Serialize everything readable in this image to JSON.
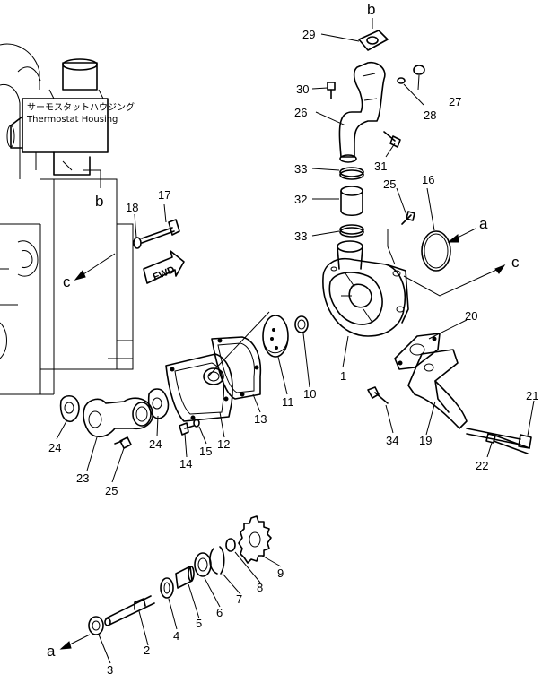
{
  "housing": {
    "caption_jp": "サーモスタットハウジング",
    "caption_en": "Thermostat Housing"
  },
  "fwd_label": "FWD",
  "ref_letters": {
    "b_top": "b",
    "b_housing": "b",
    "a_right": "a",
    "a_bottom": "a",
    "c_right": "c",
    "c_left": "c"
  },
  "callouts": [
    {
      "id": "1",
      "label": "1"
    },
    {
      "id": "2",
      "label": "2"
    },
    {
      "id": "3",
      "label": "3"
    },
    {
      "id": "4",
      "label": "4"
    },
    {
      "id": "5",
      "label": "5"
    },
    {
      "id": "6",
      "label": "6"
    },
    {
      "id": "7",
      "label": "7"
    },
    {
      "id": "8",
      "label": "8"
    },
    {
      "id": "9",
      "label": "9"
    },
    {
      "id": "10",
      "label": "10"
    },
    {
      "id": "11",
      "label": "11"
    },
    {
      "id": "12",
      "label": "12"
    },
    {
      "id": "13",
      "label": "13"
    },
    {
      "id": "14",
      "label": "14"
    },
    {
      "id": "15",
      "label": "15"
    },
    {
      "id": "16",
      "label": "16"
    },
    {
      "id": "17",
      "label": "17"
    },
    {
      "id": "18",
      "label": "18"
    },
    {
      "id": "19",
      "label": "19"
    },
    {
      "id": "20",
      "label": "20"
    },
    {
      "id": "21",
      "label": "21"
    },
    {
      "id": "22",
      "label": "22"
    },
    {
      "id": "23",
      "label": "23"
    },
    {
      "id": "24a",
      "label": "24"
    },
    {
      "id": "24b",
      "label": "24"
    },
    {
      "id": "25a",
      "label": "25"
    },
    {
      "id": "25b",
      "label": "25"
    },
    {
      "id": "26",
      "label": "26"
    },
    {
      "id": "27",
      "label": "27"
    },
    {
      "id": "28",
      "label": "28"
    },
    {
      "id": "29",
      "label": "29"
    },
    {
      "id": "30",
      "label": "30"
    },
    {
      "id": "31",
      "label": "31"
    },
    {
      "id": "32",
      "label": "32"
    },
    {
      "id": "33a",
      "label": "33"
    },
    {
      "id": "33b",
      "label": "33"
    },
    {
      "id": "34",
      "label": "34"
    }
  ]
}
